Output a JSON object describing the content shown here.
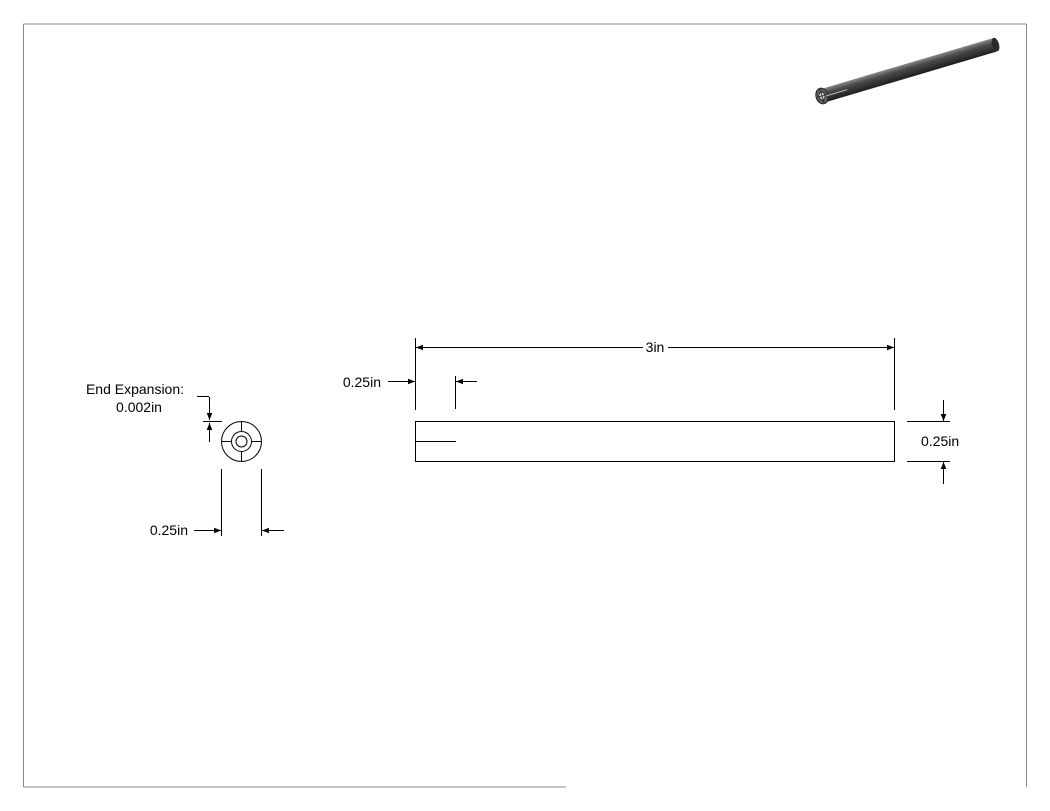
{
  "dimensions": {
    "overall_length": "3in",
    "slot_length": "0.25in",
    "side_diameter": "0.25in",
    "end_expansion_label": "End Expansion:",
    "end_expansion_value": "0.002in",
    "end_diameter": "0.25in"
  },
  "colors": {
    "line": "#000000",
    "border": "#8a8a8a",
    "rod_dark": "#3a3a3a",
    "rod_highlight": "#7a7a7a"
  }
}
